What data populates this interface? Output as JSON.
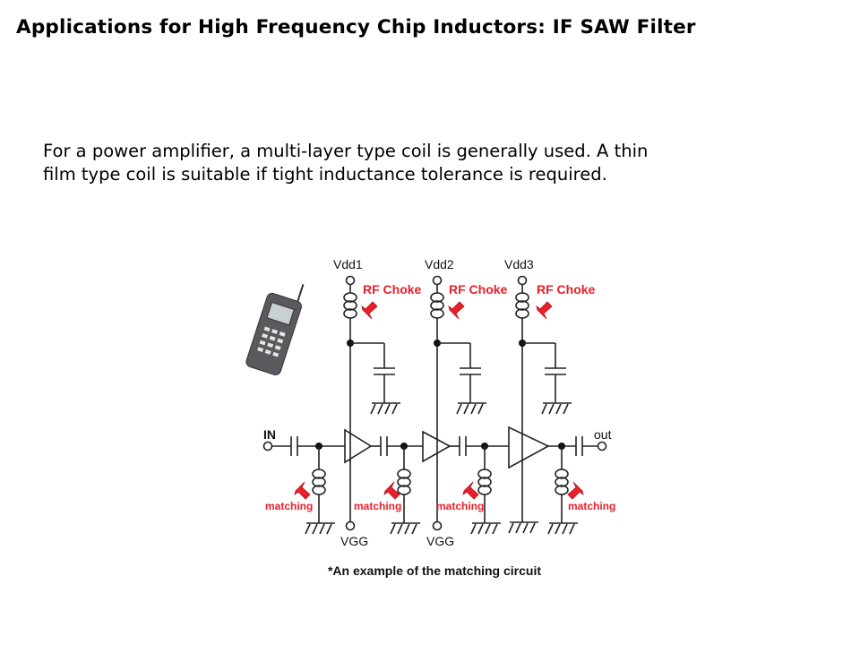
{
  "slide": {
    "title": "Applications for High Frequency Chip Inductors: IF SAW Filter",
    "body_line1": "For a power amplifier, a multi-layer type coil is generally used. A thin",
    "body_line2": "film type coil is suitable if tight inductance tolerance is required."
  },
  "diagram": {
    "vdd_labels": [
      "Vdd1",
      "Vdd2",
      "Vdd3"
    ],
    "rf_choke_label": "RF Choke",
    "in_label": "IN",
    "out_label": "out",
    "matching_label": "matching",
    "vgg_label": "VGG",
    "caption": "*An example of the matching circuit",
    "accent_color": "#e8202a"
  }
}
